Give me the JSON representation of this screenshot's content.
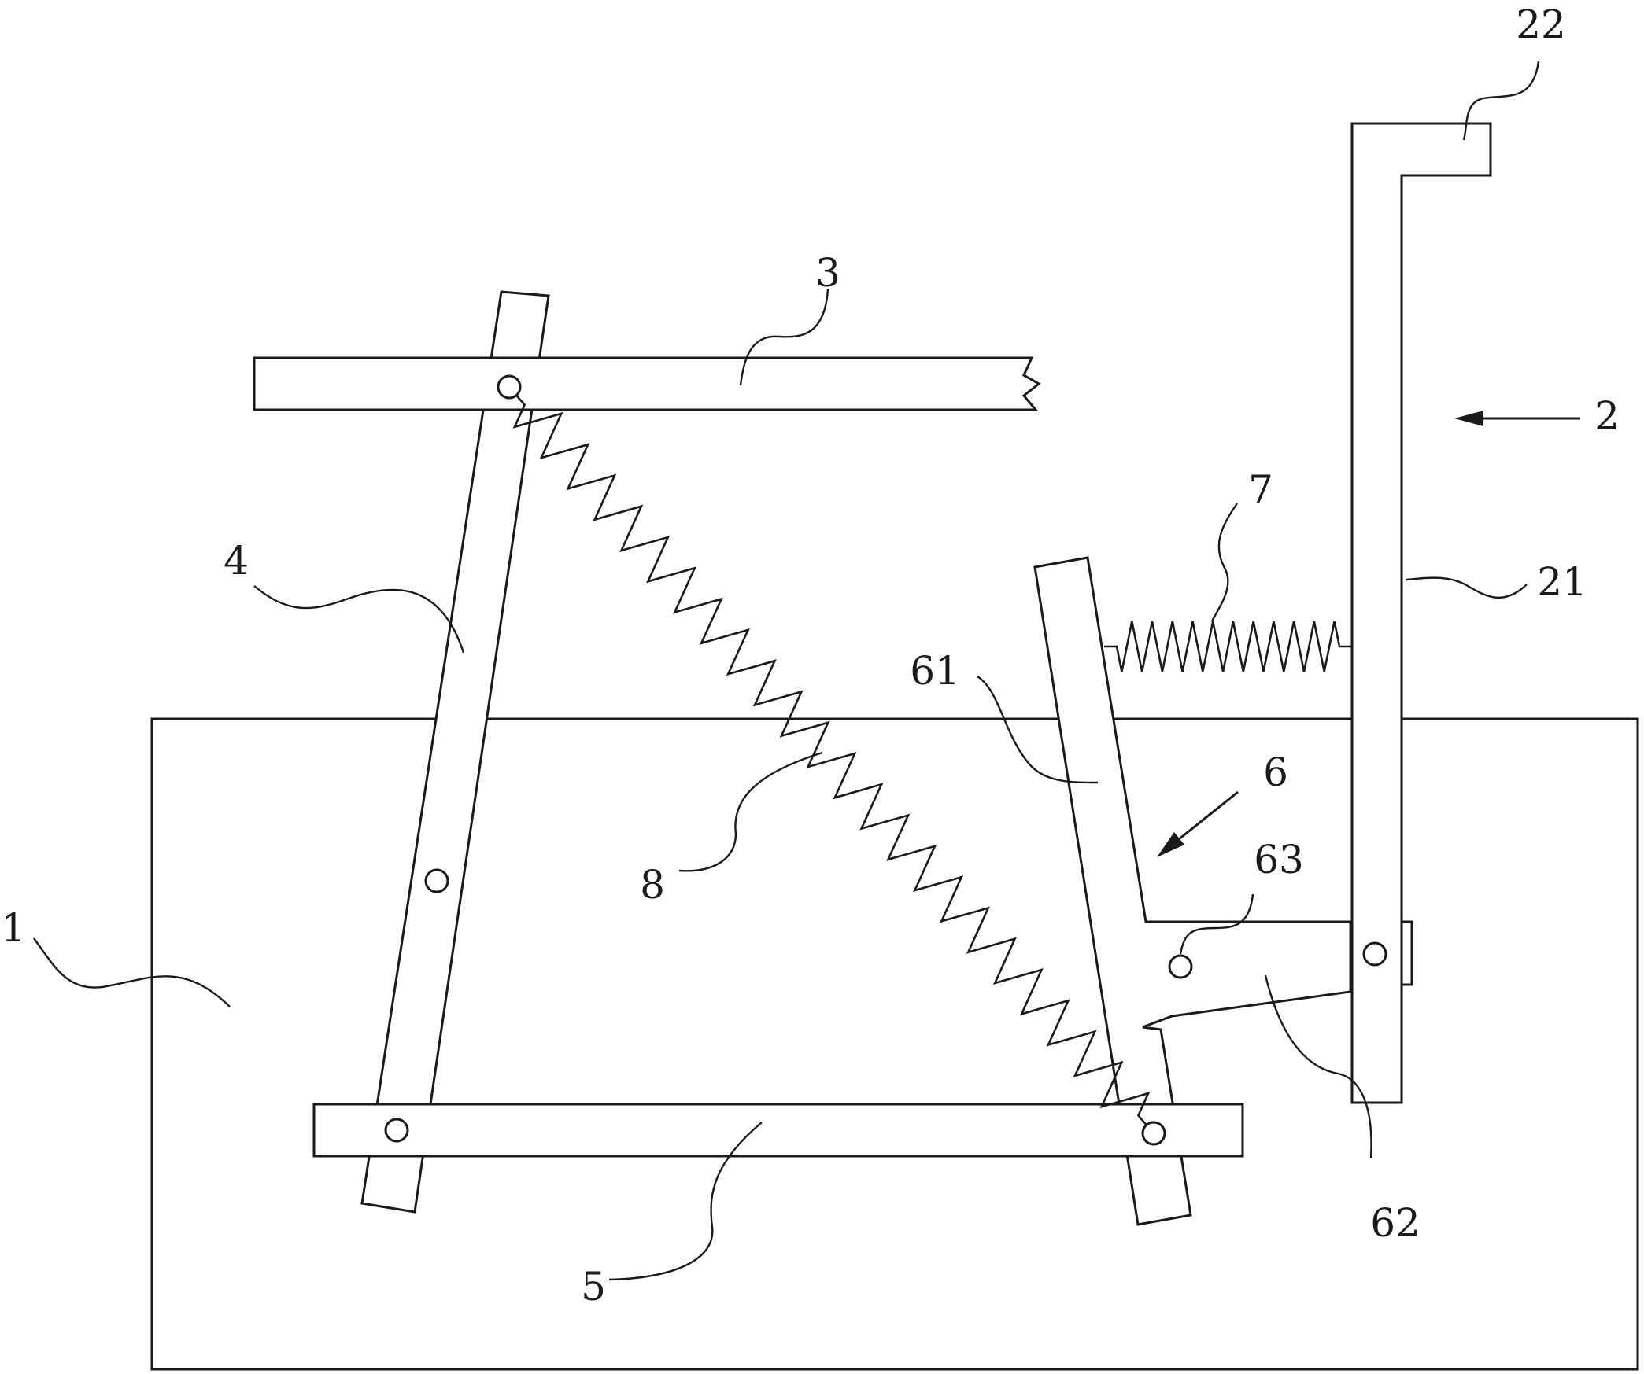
{
  "figure": {
    "labels": {
      "base": "1",
      "lever": "2",
      "lever_arm": "21",
      "lever_hook": "22",
      "top_bar": "3",
      "left_link": "4",
      "bottom_bar": "5",
      "latch": "6",
      "latch_arm": "61",
      "latch_tongue": "62",
      "latch_pivot": "63",
      "horizontal_spring": "7",
      "diagonal_spring": "8"
    }
  }
}
